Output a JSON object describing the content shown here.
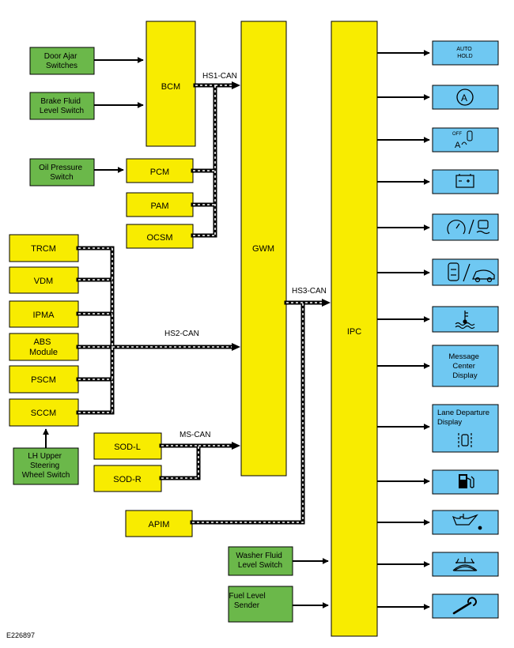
{
  "figure_id": "E226897",
  "colors": {
    "module": "#f8ec00",
    "sensor": "#6bb84a",
    "indicator": "#6fc8f2",
    "line": "#000000"
  },
  "bus_labels": {
    "hs1": "HS1-CAN",
    "hs2": "HS2-CAN",
    "hs3": "HS3-CAN",
    "ms": "MS-CAN"
  },
  "modules": {
    "bcm": "BCM",
    "gwm": "GWM",
    "ipc": "IPC",
    "pcm": "PCM",
    "pam": "PAM",
    "ocsm": "OCSM",
    "trcm": "TRCM",
    "vdm": "VDM",
    "ipma": "IPMA",
    "abs": [
      "ABS",
      "Module"
    ],
    "pscm": "PSCM",
    "sccm": "SCCM",
    "sod_l": "SOD-L",
    "sod_r": "SOD-R",
    "apim": "APIM"
  },
  "sensors": {
    "door_ajar": [
      "Door Ajar",
      "Switches"
    ],
    "brake_fluid": [
      "Brake Fluid",
      "Level Switch"
    ],
    "oil_pressure": [
      "Oil Pressure",
      "Switch"
    ],
    "lh_upper": [
      "LH Upper",
      "Steering",
      "Wheel Switch"
    ],
    "washer_fluid": [
      "Washer Fluid",
      "Level Switch"
    ],
    "fuel_level": [
      "Fuel Level",
      "Sender"
    ]
  },
  "indicators": {
    "auto_hold": [
      "AUTO",
      "HOLD"
    ],
    "auto_start_stop_icon": "A",
    "airbag_off": "OFF",
    "battery_icon": "battery-icon",
    "message_center": [
      "Message",
      "Center",
      "Display"
    ],
    "lane_departure": [
      "Lane Departure",
      "Display"
    ]
  }
}
